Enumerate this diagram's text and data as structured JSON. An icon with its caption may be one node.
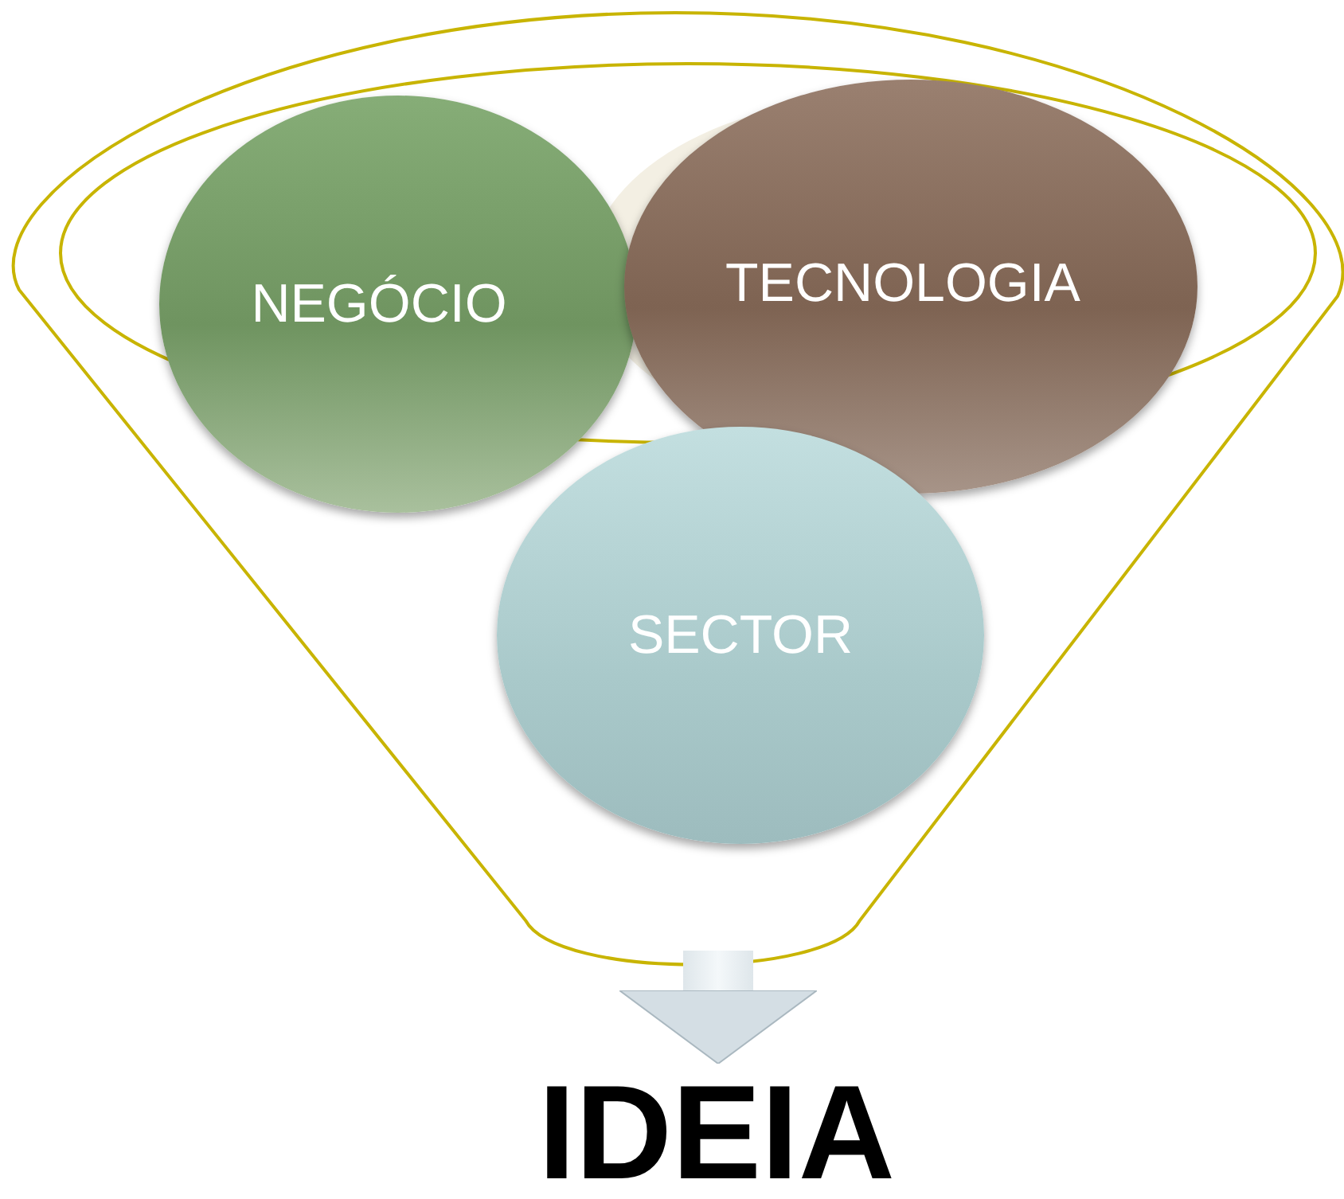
{
  "diagram": {
    "nodes": [
      {
        "text": [],
        "shape": "funnel"
      },
      {
        "text": [
          "NEGÓCIO"
        ],
        "in": 0
      },
      {
        "text": [
          "TECNOLOGIA"
        ],
        "in": 0
      },
      {
        "text": [
          "SECTOR"
        ],
        "in": 0
      },
      {
        "text": [
          "IDEIA"
        ]
      }
    ],
    "edges": [
      {
        "from": 0,
        "to": 4,
        "arrow": "to"
      }
    ]
  }
}
